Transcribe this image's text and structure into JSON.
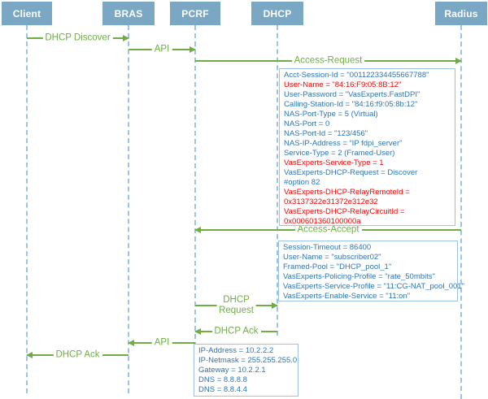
{
  "title": "DHCP / RADIUS PCRF sequence diagram",
  "colors": {
    "arrow_green": "#70ad47",
    "attribute_blue": "#2e75b6",
    "attribute_red": "#ff0000",
    "actor_fill": "#7aa7c3",
    "lifeline_blue": "#9dc3e6"
  },
  "actors": [
    {
      "id": "client",
      "label": "Client"
    },
    {
      "id": "bras",
      "label": "BRAS"
    },
    {
      "id": "pcrf",
      "label": "PCRF"
    },
    {
      "id": "dhcp",
      "label": "DHCP"
    },
    {
      "id": "radius",
      "label": "Radius"
    }
  ],
  "messages": [
    {
      "id": "dhcp-discover",
      "from": "client",
      "to": "bras",
      "label_lines": [
        "DHCP Discover"
      ]
    },
    {
      "id": "api-1",
      "from": "bras",
      "to": "pcrf",
      "label_lines": [
        "API"
      ]
    },
    {
      "id": "access-request",
      "from": "pcrf",
      "to": "radius",
      "label_lines": [
        "Access-Request"
      ]
    },
    {
      "id": "access-accept",
      "from": "radius",
      "to": "pcrf",
      "label_lines": [
        "Access-Accept"
      ]
    },
    {
      "id": "dhcp-request",
      "from": "pcrf",
      "to": "dhcp",
      "label_lines": [
        "DHCP",
        "Request"
      ]
    },
    {
      "id": "dhcp-ack-1",
      "from": "dhcp",
      "to": "pcrf",
      "label_lines": [
        "DHCP Ack"
      ]
    },
    {
      "id": "api-2",
      "from": "pcrf",
      "to": "bras",
      "label_lines": [
        "API"
      ]
    },
    {
      "id": "dhcp-ack-2",
      "from": "bras",
      "to": "client",
      "label_lines": [
        "DHCP Ack"
      ]
    }
  ],
  "attribute_boxes": [
    {
      "id": "access-request-attributes",
      "lines": [
        {
          "text": "Acct-Session-Id = \"001122334455667788\"",
          "color": "blue"
        },
        {
          "text": "User-Name = \"84:16:F9:05:8B:12\"",
          "color": "red"
        },
        {
          "text": "User-Password = \"VasExperts.FastDPI\"",
          "color": "blue"
        },
        {
          "text": "Calling-Station-Id = \"84:16:f9:05:8b:12\"",
          "color": "blue"
        },
        {
          "text": "NAS-Port-Type = 5 (Virtual)",
          "color": "blue"
        },
        {
          "text": "NAS-Port = 0",
          "color": "blue"
        },
        {
          "text": "NAS-Port-Id = \"123/456\"",
          "color": "blue"
        },
        {
          "text": "NAS-IP-Address = “IP fdpi_server”",
          "color": "blue"
        },
        {
          "text": "Service-Type = 2 (Framed-User)",
          "color": "blue"
        },
        {
          "text": "VasExperts-Service-Type = 1",
          "color": "red"
        },
        {
          "text": "VasExperts-DHCP-Request = Discover",
          "color": "blue"
        },
        {
          "text": "#option 82",
          "color": "blue"
        },
        {
          "text": "VasExperts-DHCP-RelayRemoteId =",
          "color": "red"
        },
        {
          "text": "0x3137322e31372e312e32",
          "color": "red"
        },
        {
          "text": "VasExperts-DHCP-RelayCircuitId =",
          "color": "red"
        },
        {
          "text": "0x000601360100000a",
          "color": "red"
        }
      ]
    },
    {
      "id": "access-accept-attributes",
      "lines": [
        {
          "text": "Session-Timeout = 86400",
          "color": "blue"
        },
        {
          "text": "User-Name = \"subscriber02\"",
          "color": "blue"
        },
        {
          "text": "Framed-Pool = \"DHCP_pool_1\"",
          "color": "blue"
        },
        {
          "text": "VasExperts-Policing-Profile = \"rate_50mbits\"",
          "color": "blue"
        },
        {
          "text": "VasExperts-Service-Profile = \"11:CG-NAT_pool_001\"",
          "color": "blue"
        },
        {
          "text": "VasExperts-Enable-Service = \"11:on\"",
          "color": "blue"
        }
      ]
    },
    {
      "id": "dhcp-ack-attributes",
      "lines": [
        {
          "text": "IP-Address = 10.2.2.2",
          "color": "blue"
        },
        {
          "text": "IP-Netmask = 255.255.255.0",
          "color": "blue"
        },
        {
          "text": "Gateway = 10.2.2.1",
          "color": "blue"
        },
        {
          "text": "DNS = 8.8.8.8",
          "color": "blue"
        },
        {
          "text": "DNS = 8.8.4.4",
          "color": "blue"
        }
      ]
    }
  ]
}
